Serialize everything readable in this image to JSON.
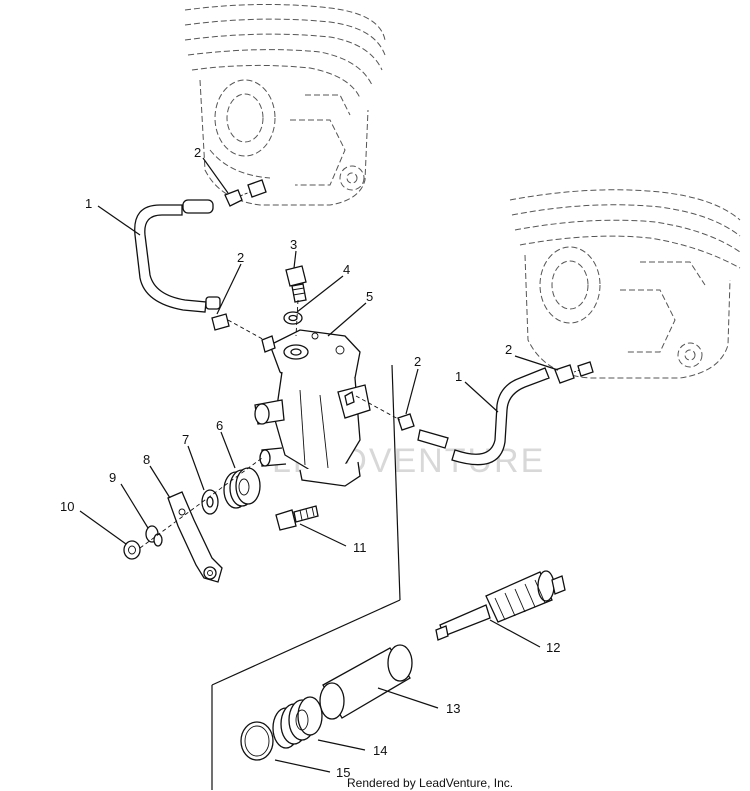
{
  "diagram": {
    "callouts": [
      {
        "id": "c1a",
        "text": "1"
      },
      {
        "id": "c2a",
        "text": "2"
      },
      {
        "id": "c2b",
        "text": "2"
      },
      {
        "id": "c3",
        "text": "3"
      },
      {
        "id": "c4",
        "text": "4"
      },
      {
        "id": "c5",
        "text": "5"
      },
      {
        "id": "c2c",
        "text": "2"
      },
      {
        "id": "c2d",
        "text": "2"
      },
      {
        "id": "c1b",
        "text": "1"
      },
      {
        "id": "c6",
        "text": "6"
      },
      {
        "id": "c7",
        "text": "7"
      },
      {
        "id": "c8",
        "text": "8"
      },
      {
        "id": "c9",
        "text": "9"
      },
      {
        "id": "c10",
        "text": "10"
      },
      {
        "id": "c11",
        "text": "11"
      },
      {
        "id": "c12",
        "text": "12"
      },
      {
        "id": "c13",
        "text": "13"
      },
      {
        "id": "c14",
        "text": "14"
      },
      {
        "id": "c15",
        "text": "15"
      }
    ],
    "watermark": "LEADVENTURE",
    "credit": "Rendered by LeadVenture, Inc."
  }
}
